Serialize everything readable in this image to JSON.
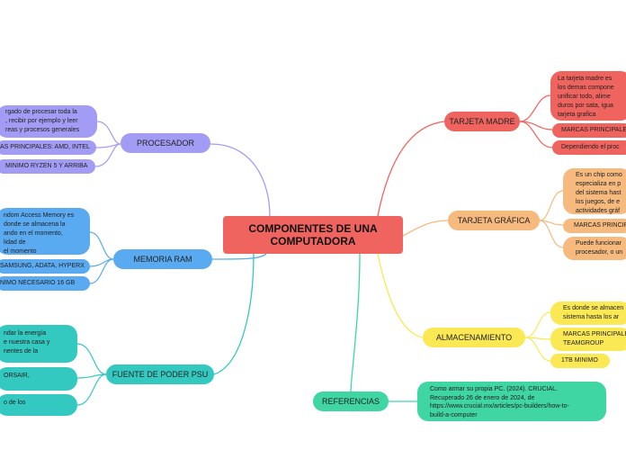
{
  "root": {
    "title": "COMPONENTES DE UNA COMPUTADORA"
  },
  "colors": {
    "purple": "#a39cf4",
    "blue": "#5aaaf1",
    "teal": "#33c8c0",
    "red": "#f0645f",
    "orange": "#f6b97e",
    "yellow": "#fbe855",
    "green": "#3fd6a3"
  },
  "branches": {
    "procesador": {
      "label": "PROCESADOR",
      "leaves": [
        [
          "rgado de procesar toda la",
          ", recibir por ejemplo y leer",
          "reas y procesos generales"
        ],
        [
          "AS PRINCIPALES: AMD, INTEL"
        ],
        [
          "MINIMO RYZEN 5 Y ARRIBA"
        ]
      ]
    },
    "memoria_ram": {
      "label": "MEMORIA RAM",
      "leaves": [
        [
          "ndom Access Memory es",
          "donde se almacena la",
          "ando en el momento,",
          "lidad de",
          "el momento"
        ],
        [
          "SAMSUNG, ADATA, HYPERX"
        ],
        [
          "NIMO NECESARIO 16 GB"
        ]
      ]
    },
    "fuente": {
      "label": "FUENTE DE PODER PSU",
      "leaves": [
        [
          "ndar la energía",
          "e nuestra casa y",
          "nentes de la"
        ],
        [
          "ORSAIR,"
        ],
        [
          "o de los"
        ]
      ]
    },
    "tarjeta_madre": {
      "label": "TARJETA MADRE",
      "leaves": [
        [
          "La tarjeta madre es",
          "los demas compone",
          "unificar todo, alime",
          "duros por sata, igua",
          "tarjeta grafica"
        ],
        [
          "MARCAS PRINCIPALE"
        ],
        [
          "Dependiendo el proc"
        ]
      ]
    },
    "tarjeta_grafica": {
      "label": "TARJETA GRÁFICA",
      "leaves": [
        [
          "Es un chip como",
          "especializa en p",
          "del sistema hast",
          "los juegos, de e",
          "actividades gráf"
        ],
        [
          "MARCAS PRINCIP"
        ],
        [
          "Puede funcionar",
          "procesador, o un"
        ]
      ]
    },
    "almacenamiento": {
      "label": "ALMACENAMIENTO",
      "leaves": [
        [
          "Es donde se almacen",
          "sistema hasta los ar"
        ],
        [
          "MARCAS PRINCIPALE",
          "TEAMGROUP"
        ],
        [
          "1TB MINIMO"
        ]
      ]
    },
    "referencias": {
      "label": "REFERENCIAS",
      "leaves": [
        [
          "Como armar su propia PC. (2024). CRUCIAL.",
          "Recuperado 26 de enero de 2024, de",
          "https://www.crucial.mx/articles/pc-builders/how-to-",
          "build-a-computer"
        ]
      ]
    }
  }
}
